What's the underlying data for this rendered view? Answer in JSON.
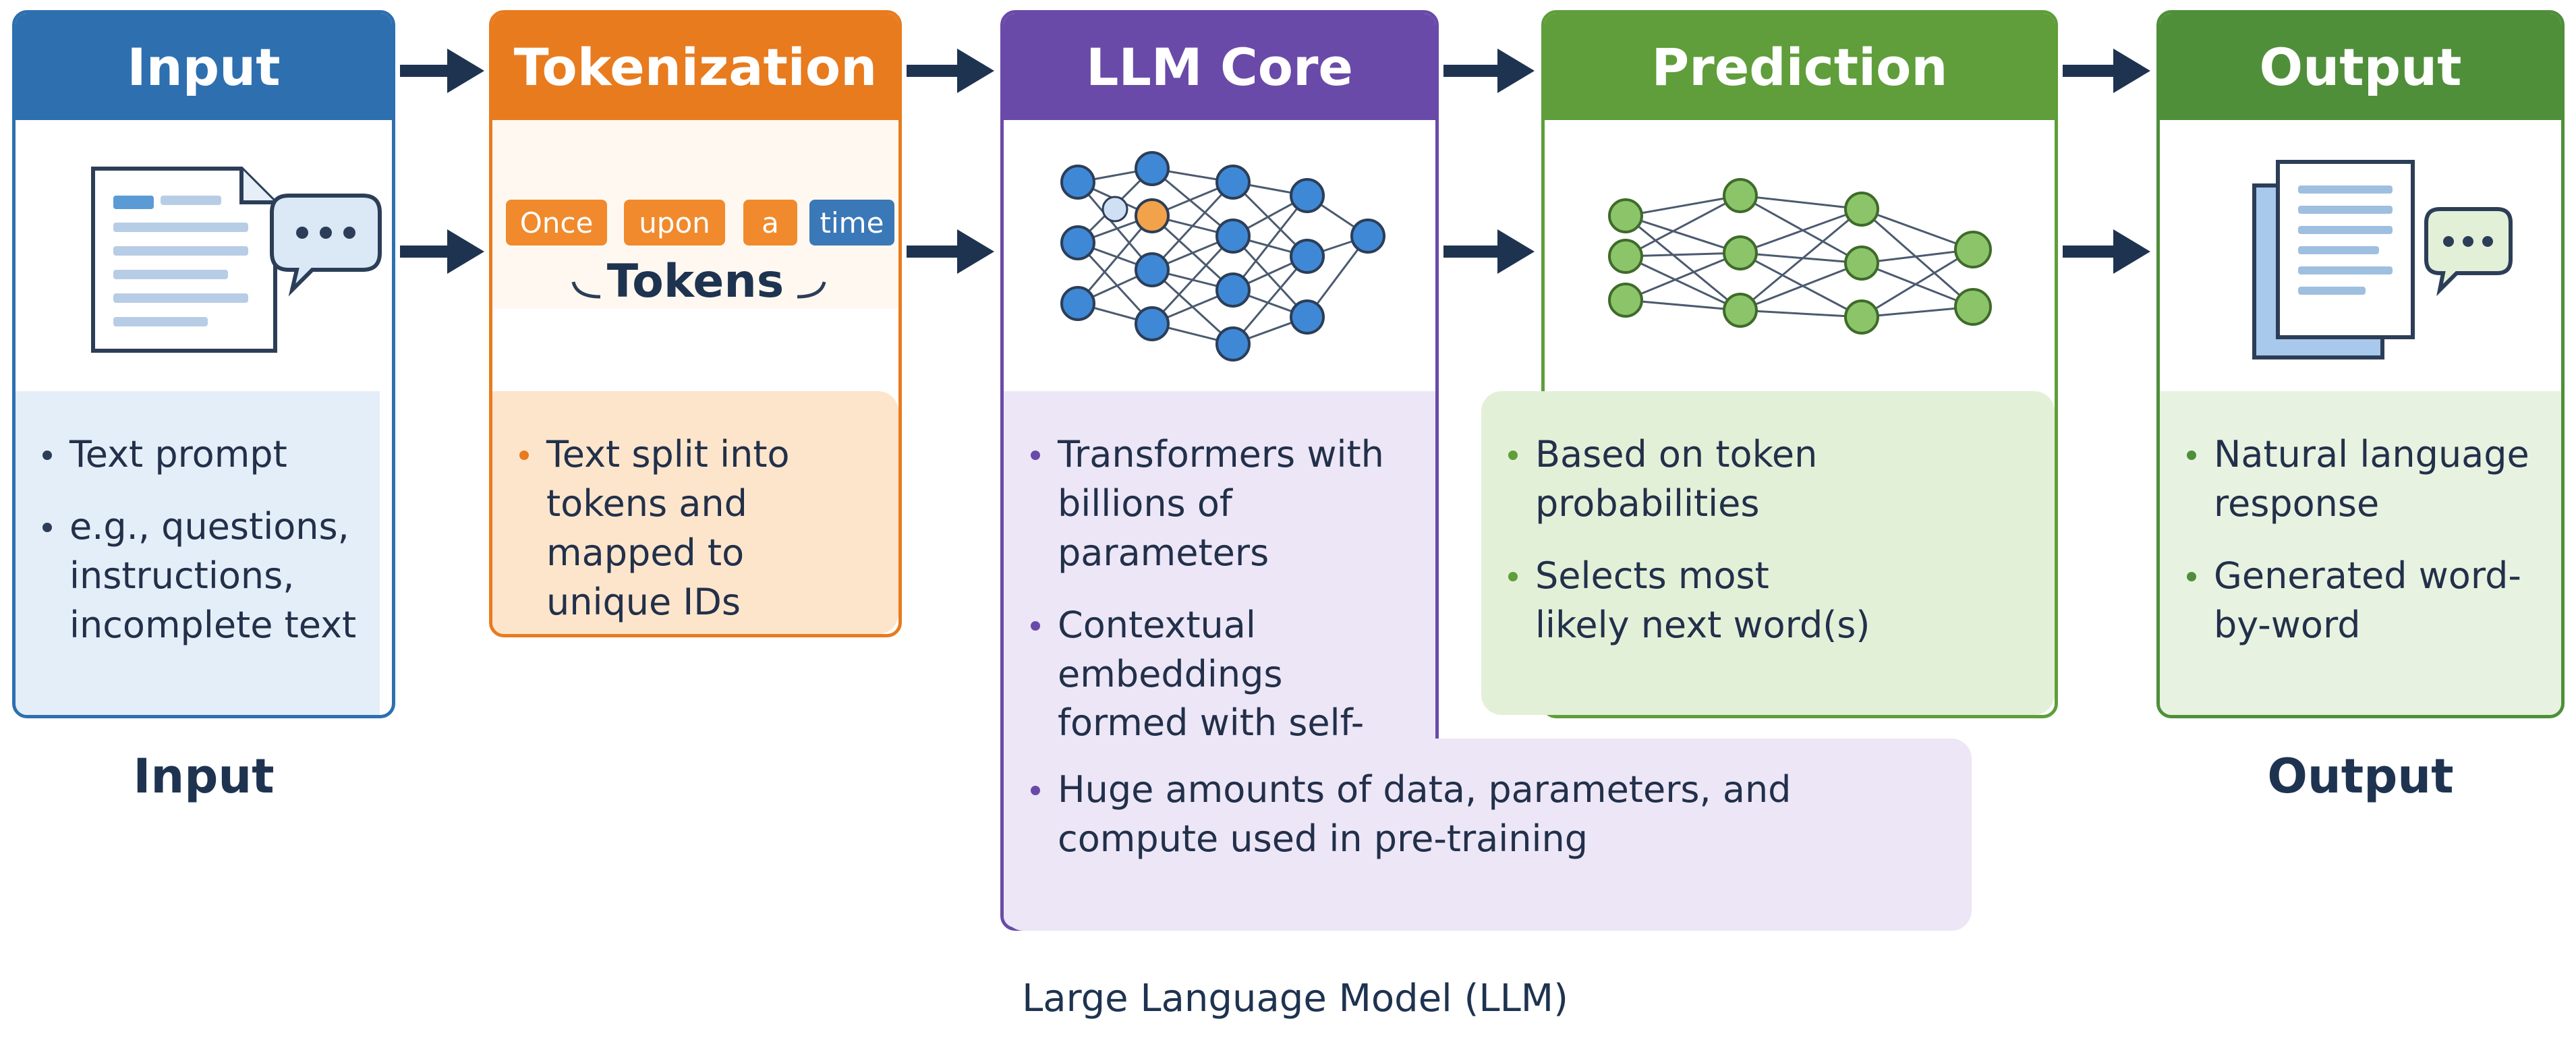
{
  "stages": [
    {
      "title": "Input",
      "color": "#2e6fb0",
      "bullets": [
        "Text prompt",
        "e.g., questions, instructions, incomplete text"
      ]
    },
    {
      "title": "Tokenization",
      "color": "#e87b1e",
      "tokens": [
        "Once",
        "upon",
        "a",
        "time"
      ],
      "tokens_label": "Tokens",
      "bullets": [
        "Text split into tokens and mapped to unique IDs"
      ]
    },
    {
      "title": "LLM Core",
      "color": "#6a4aa8",
      "bullets": [
        "Transformers with billions of parameters",
        "Contextual embeddings formed with self-attention",
        "Huge amounts of data, parameters, and compute used in pre-training"
      ]
    },
    {
      "title": "Prediction",
      "color": "#5f9e3a",
      "bullets": [
        "Based on token probabilities",
        "Selects most likely next word(s)"
      ]
    },
    {
      "title": "Output",
      "color": "#4f8f3a",
      "bullets": [
        "Natural language response",
        "Generated word-by-word"
      ]
    }
  ],
  "captions": {
    "input": "Input",
    "output": "Output"
  },
  "diagram_title": "Large Language Model (LLM)",
  "icons": [
    "document-chat-icon",
    "neural-network-icon",
    "prediction-network-icon",
    "output-documents-icon"
  ]
}
